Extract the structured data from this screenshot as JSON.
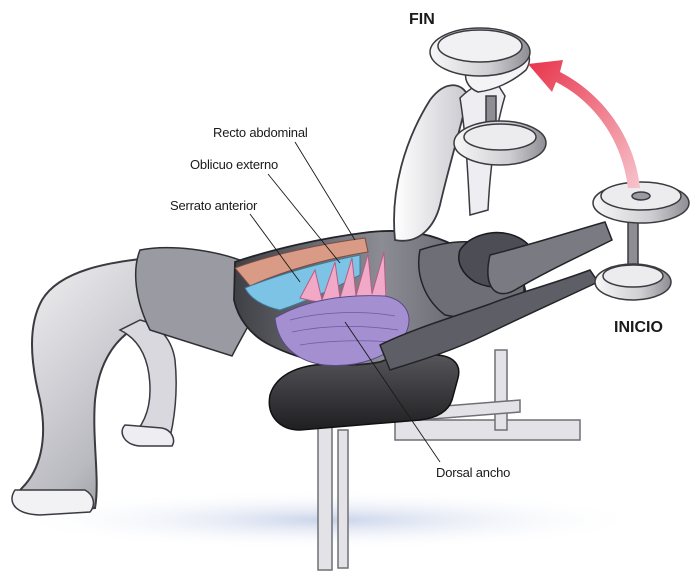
{
  "labels": {
    "end_position": "FIN",
    "start_position": "INICIO",
    "rectus_abdominis": "Recto abdominal",
    "external_oblique": "Oblicuo externo",
    "serratus_anterior": "Serrato anterior",
    "latissimus_dorsi": "Dorsal ancho"
  },
  "colors": {
    "arrow": "#e8334a",
    "rectus_abdominis": "#d99b86",
    "external_oblique": "#7cc3e6",
    "serratus_anterior": "#f2a9c7",
    "latissimus_dorsi": "#a48fd1",
    "skin_shade": "#5f5f66",
    "bench": "#3a3a3e"
  }
}
